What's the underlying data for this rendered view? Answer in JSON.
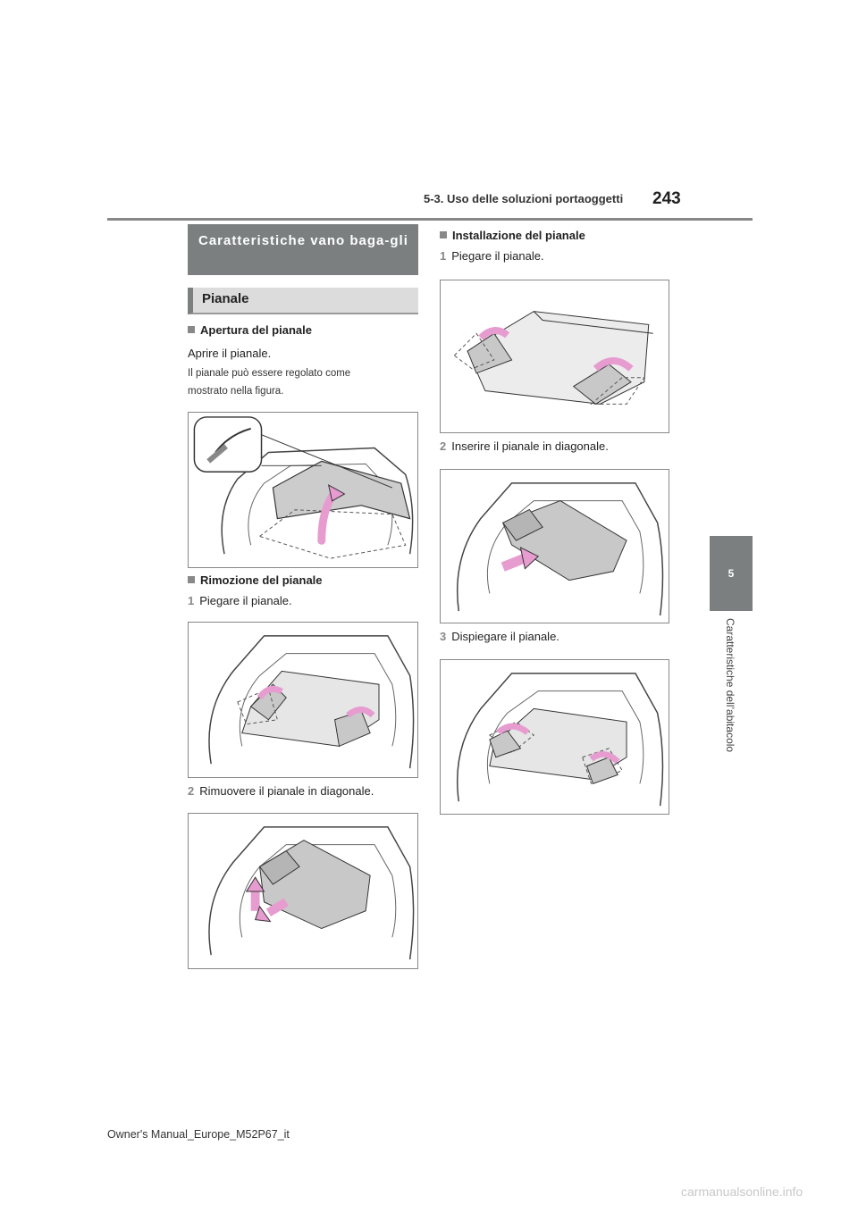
{
  "header": {
    "section": "5-3. Uso delle soluzioni portaoggetti",
    "page_number": "243"
  },
  "chapter_tab": {
    "number": "5",
    "title": "Caratteristiche dell’abitacolo"
  },
  "section": {
    "heading": "Caratteristiche vano baga-gli",
    "subsection": "Pianale"
  },
  "opening": {
    "title": "Apertura del pianale",
    "text": "Aprire il pianale.",
    "note_line1": "Il pianale può essere regolato come",
    "note_line2": "mostrato nella figura."
  },
  "removal": {
    "title": "Rimozione del pianale",
    "step1_num": "1",
    "step1_text": "Piegare il pianale.",
    "step2_num": "2",
    "step2_text": "Rimuovere il pianale in diagonale."
  },
  "installation": {
    "title": "Installazione del pianale",
    "step1_num": "1",
    "step1_text": "Piegare il pianale.",
    "step2_num": "2",
    "step2_text": "Inserire il pianale in diagonale.",
    "step3_num": "3",
    "step3_text": "Dispiegare il pianale."
  },
  "footer": {
    "manual_title": "Owner's Manual_Europe_M52P67_it",
    "watermark": "carmanualsonline.info"
  },
  "colors": {
    "section_gray": "#7b7f7f",
    "subsection_gray": "#dcdcdc",
    "arrow_pink": "#f0a8d8",
    "panel_gray": "#c8c8c8"
  }
}
